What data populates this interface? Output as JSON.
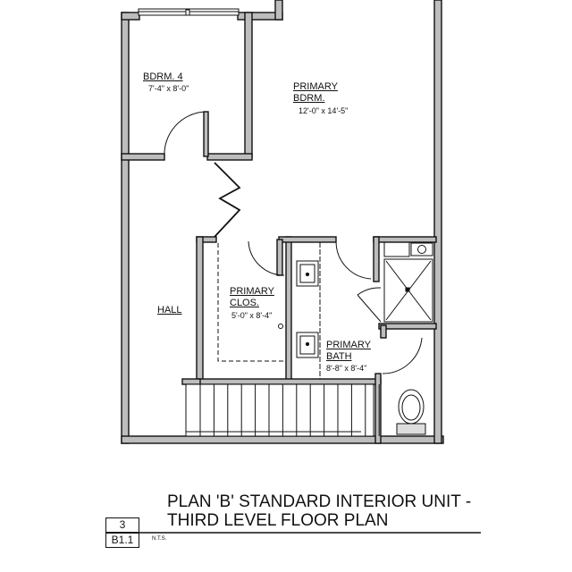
{
  "rooms": {
    "bdrm4": {
      "label": "BDRM. 4",
      "dimensions": "7'-4\" x 8'-0\""
    },
    "primary_bdrm": {
      "label_line1": "PRIMARY",
      "label_line2": "BDRM.",
      "dimensions": "12'-0\" x 14'-5\""
    },
    "hall": {
      "label": "HALL"
    },
    "primary_clos": {
      "label_line1": "PRIMARY",
      "label_line2": "CLOS.",
      "dimensions": "5'-0\" x 8'-4\""
    },
    "primary_bath": {
      "label_line1": "PRIMARY",
      "label_line2": "BATH",
      "dimensions": "8'-8\" x 8'-4\""
    }
  },
  "title_block": {
    "line1": "PLAN 'B' STANDARD INTERIOR UNIT -",
    "line2": "THIRD LEVEL FLOOR PLAN",
    "detail_number": "3",
    "sheet_number": "B1.1",
    "scale": "N.T.S."
  },
  "colors": {
    "wall_fill": "#bdbdbd",
    "line": "#111111",
    "background": "#ffffff"
  }
}
